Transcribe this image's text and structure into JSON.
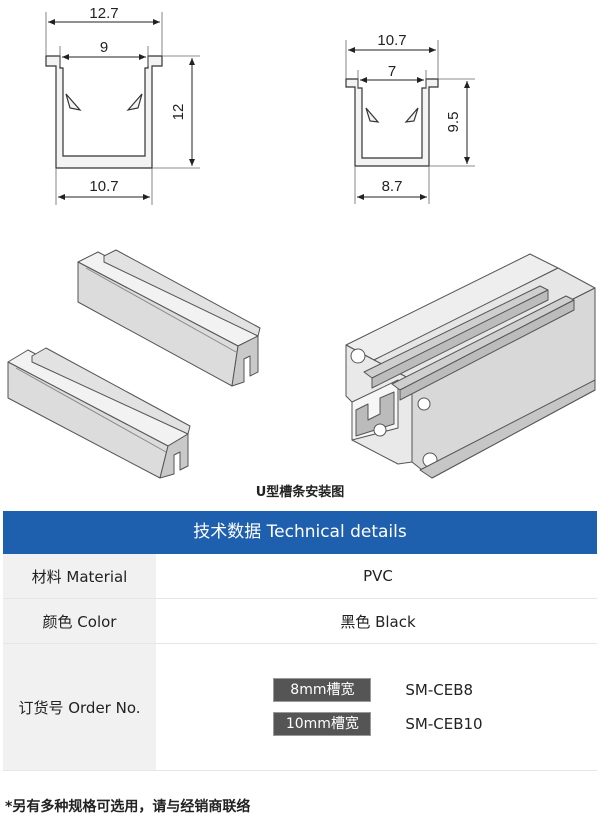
{
  "diagram_left": {
    "top_width": "12.7",
    "inner_width": "9",
    "height": "12",
    "bottom_width": "10.7"
  },
  "diagram_right": {
    "top_width": "10.7",
    "inner_width": "7",
    "height": "9.5",
    "bottom_width": "8.7"
  },
  "caption": "U型槽条安装图",
  "table": {
    "header": "技术数据 Technical details",
    "material_label": "材料 Material",
    "material_value": "PVC",
    "color_label": "颜色 Color",
    "color_value": "黑色 Black",
    "order_label": "订货号 Order No.",
    "orders": [
      {
        "badge": "8mm槽宽",
        "code": "SM-CEB8"
      },
      {
        "badge": "10mm槽宽",
        "code": "SM-CEB10"
      }
    ]
  },
  "footnote": "*另有多种规格可选用，请与经销商联络",
  "colors": {
    "header_bg": "#1e60ad",
    "label_bg": "#f1f1f1",
    "badge_bg": "#555555"
  }
}
